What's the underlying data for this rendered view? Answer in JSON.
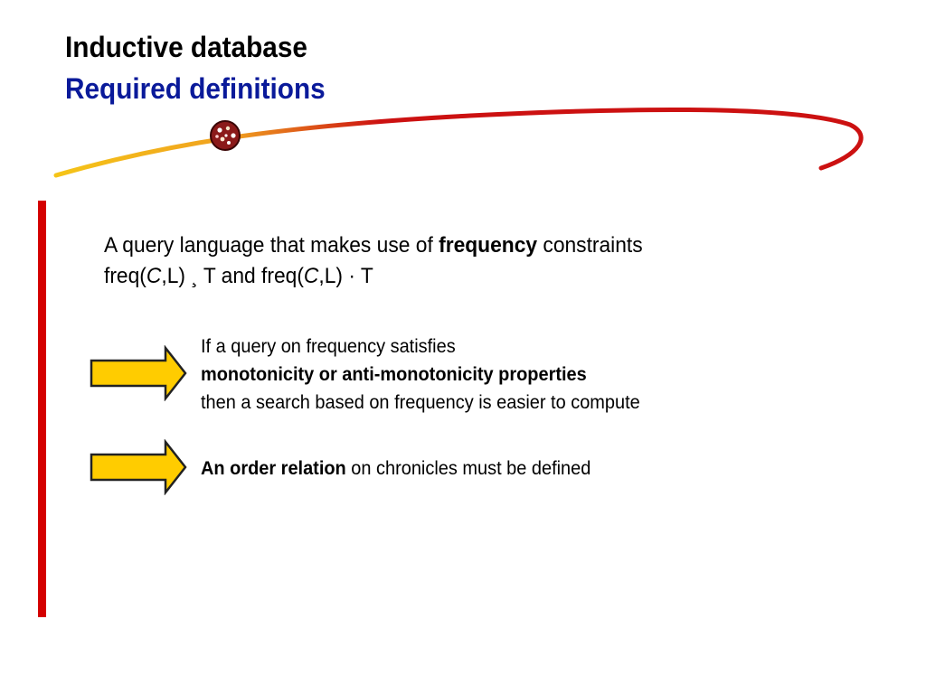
{
  "colors": {
    "title_line2": "#0a1a9a",
    "left_bar": "#d40000",
    "swoosh_red": "#cc1111",
    "swoosh_yellow": "#f5c518",
    "arrow_fill": "#ffcc00",
    "arrow_stroke": "#222222"
  },
  "icons": {
    "orb": "dotted-sphere-icon",
    "arrow": "right-arrow-icon"
  },
  "title": {
    "line1": "Inductive database",
    "line2": "Required definitions"
  },
  "intro": {
    "line1_prefix": "A query language that makes use of ",
    "line1_bold": "frequency",
    "line1_suffix": " constraints",
    "line2_a": "freq(",
    "line2_c1": "C",
    "line2_b": ",L) ¸ T and freq(",
    "line2_c2": "C",
    "line2_d": ",L) · T"
  },
  "block1": {
    "line1": "If a query on frequency satisfies",
    "line2": "monotonicity or anti-monotonicity properties",
    "line3": "then a search based on frequency is easier to compute"
  },
  "block2": {
    "bold": "An order relation",
    "rest": " on chronicles must be defined"
  }
}
